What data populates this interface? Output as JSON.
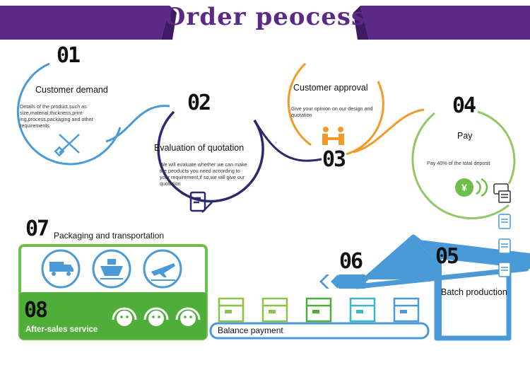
{
  "title": "Order peocess",
  "steps": {
    "s1": {
      "num": "01",
      "title": "Customer demand",
      "desc": "Details of the product,such as size,material,thickness,print-ing,process,packaging and other requirements",
      "icon": "pencil-ruler-icon"
    },
    "s2": {
      "num": "02",
      "title": "Evaluation of quotation",
      "desc": "We will evaluate whether we can make the peoducts you need according to your requirement,if so,we will give our quotation",
      "icon": "document-pen-icon"
    },
    "s3": {
      "num": "03",
      "title": "Customer approval",
      "desc": "Give your opinion on our design and quotation",
      "icon": "handshake-icon"
    },
    "s4": {
      "num": "04",
      "title": "Pay",
      "desc": "Pay 40% of the total deposit",
      "icon": "yen-coin-icon"
    },
    "s5": {
      "num": "05",
      "title": "Batch production"
    },
    "s6": {
      "num": "06",
      "title": "Balance payment"
    },
    "s7": {
      "num": "07",
      "title": "Packaging and transportation"
    },
    "s8": {
      "num": "08",
      "title": "After-sales service"
    }
  },
  "colors": {
    "purple": "#5b2a86",
    "blue": "#4a9ad8",
    "navy": "#2c2a6e",
    "orange": "#f09a2a",
    "green": "#6cc04a",
    "green_dark": "#4fae3a",
    "teal": "#3bb6c4"
  }
}
